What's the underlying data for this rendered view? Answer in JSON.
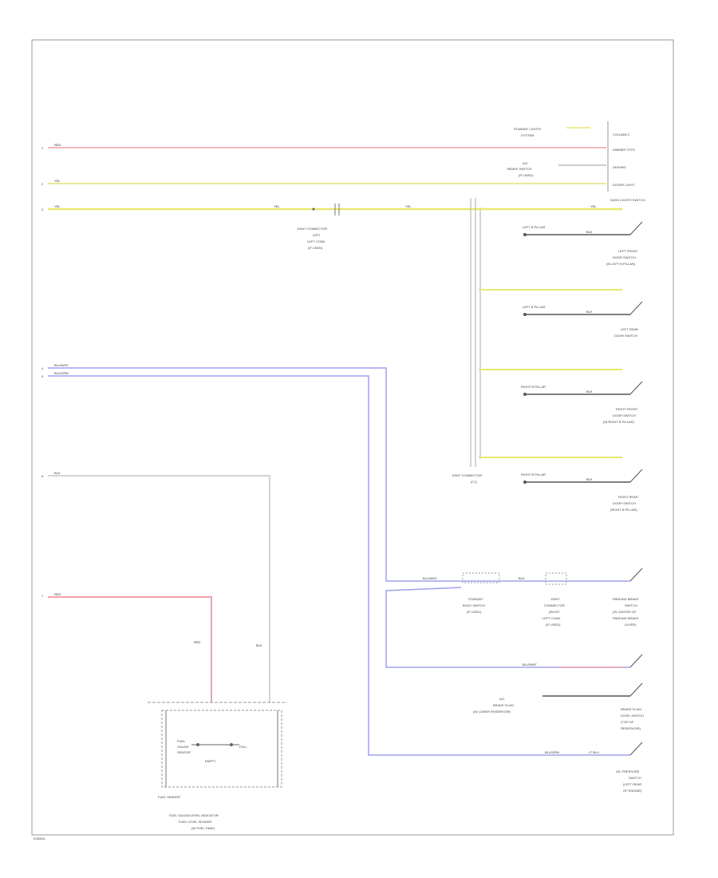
{
  "diagram": {
    "pin_numbers": {
      "p1": "1",
      "p2": "2",
      "p3": "3",
      "p4": "4",
      "p5": "5",
      "p6": "6",
      "p7": "7"
    },
    "wires": {
      "red_top": "RED",
      "yel_1": "YEL",
      "yel_2": "YEL",
      "blu_wht": "BLU/WHT",
      "blu_grn": "BLU/GRN",
      "blk": "BLK",
      "red_fuel": "RED",
      "red_vert": "RED",
      "blk_vert": "BLK",
      "yel_mid_a": "YEL",
      "yel_mid_b": "YEL",
      "yel_right": "YEL",
      "blk_r1": "BLK",
      "blk_r2": "BLK",
      "blk_r3": "BLK",
      "blk_r4": "BLK",
      "blu_wht_low": "BLU/WHT",
      "blu_wht_low2": "BLU/WHT",
      "blk_ps": "BLK",
      "blu_grn_low": "BLU/GRN",
      "blu_low": "LT BLU"
    },
    "labels": {
      "connector_top_1": "STANDBY LIGHTS",
      "connector_top_2": "SYSTEM",
      "top_right_1": "COLUMN C",
      "top_right_2": "DIMMER TOTS",
      "top_right_3": "DRIVING",
      "top_right_4": "DOORS LIGHT",
      "brake_1": "A/C",
      "brake_2": "BRAKE SWITCH",
      "brake_3": "(IF USED)",
      "dash_light": "DASH LIGHTS SWITCH",
      "jct_1": "JOINT CONNECTOR",
      "jct_2": "LEFT",
      "jct_3": "LEFT COWL",
      "jct_4": "(IF USED)",
      "lf_pillar": "LEFT B PILLAR",
      "lf_door_1": "LEFT FRONT",
      "lf_door_2": "DOOR SWITCH",
      "lf_door_3": "(IN LEFT B PILLAR)",
      "lr_pillar": "LEFT B PILLAR",
      "lr_door_1": "LEFT REAR",
      "lr_door_2": "DOOR SWITCH",
      "rf_pillar": "RIGHT B PILLAR",
      "rf_door_1": "RIGHT FRONT",
      "rf_door_2": "DOOR SWITCH",
      "rf_door_3": "(IN RIGHT B PILLAR)",
      "rr_pillar": "RIGHT B PILLAR",
      "rr_door_1": "RIGHT REAR",
      "rr_door_2": "DOOR SWITCH",
      "rr_door_3": "(RIGHT B PILLAR)",
      "jct_b_1": "JOINT CONNECTOR",
      "jct_b_2": "(C1)",
      "pb_1": "STANDBY",
      "pb_2": "BODY SWITCH",
      "pb_3": "(IF USED)",
      "jc_low_1": "JOINT",
      "jc_low_2": "CONNECTOR",
      "jc_low_3": "(RIGHT",
      "jc_low_4": "LEFT COWL",
      "jc_low_5": "(IF USED)",
      "ps_1": "PARKING BRAKE",
      "ps_2": "SWITCH",
      "ps_3": "(IN CENTER OF",
      "ps_4": "PARKING BRAKE",
      "ps_5": "LEVER)",
      "sub_1": "A/C",
      "sub_2": "BRAKE FLUID",
      "sub_3": "(IN LOWER RESERVOIR)",
      "bf_1": "BRAKE FLUID",
      "bf_2": "LEVEL SWITCH",
      "bf_3": "(TOP OF",
      "bf_4": "RESERVOIR)",
      "oil_1": "OIL PRESSURE",
      "oil_2": "SWITCH",
      "oil_3": "(LEFT REAR",
      "oil_4": "OF ENGINE)",
      "sensor_a": "FUEL",
      "sensor_b": "GAUGE",
      "sensor_c": "SENSOR",
      "sensor_d": "EMPTY",
      "sensor_e": "FULL",
      "fuel_sender": "FUEL SENDER",
      "tank_1": "FUEL GAUGE/LEVEL INDICATOR",
      "tank_2": "FUEL LEVEL SENDER",
      "tank_3": "(IN FUEL TANK)",
      "footer_code": "E2834A"
    }
  }
}
